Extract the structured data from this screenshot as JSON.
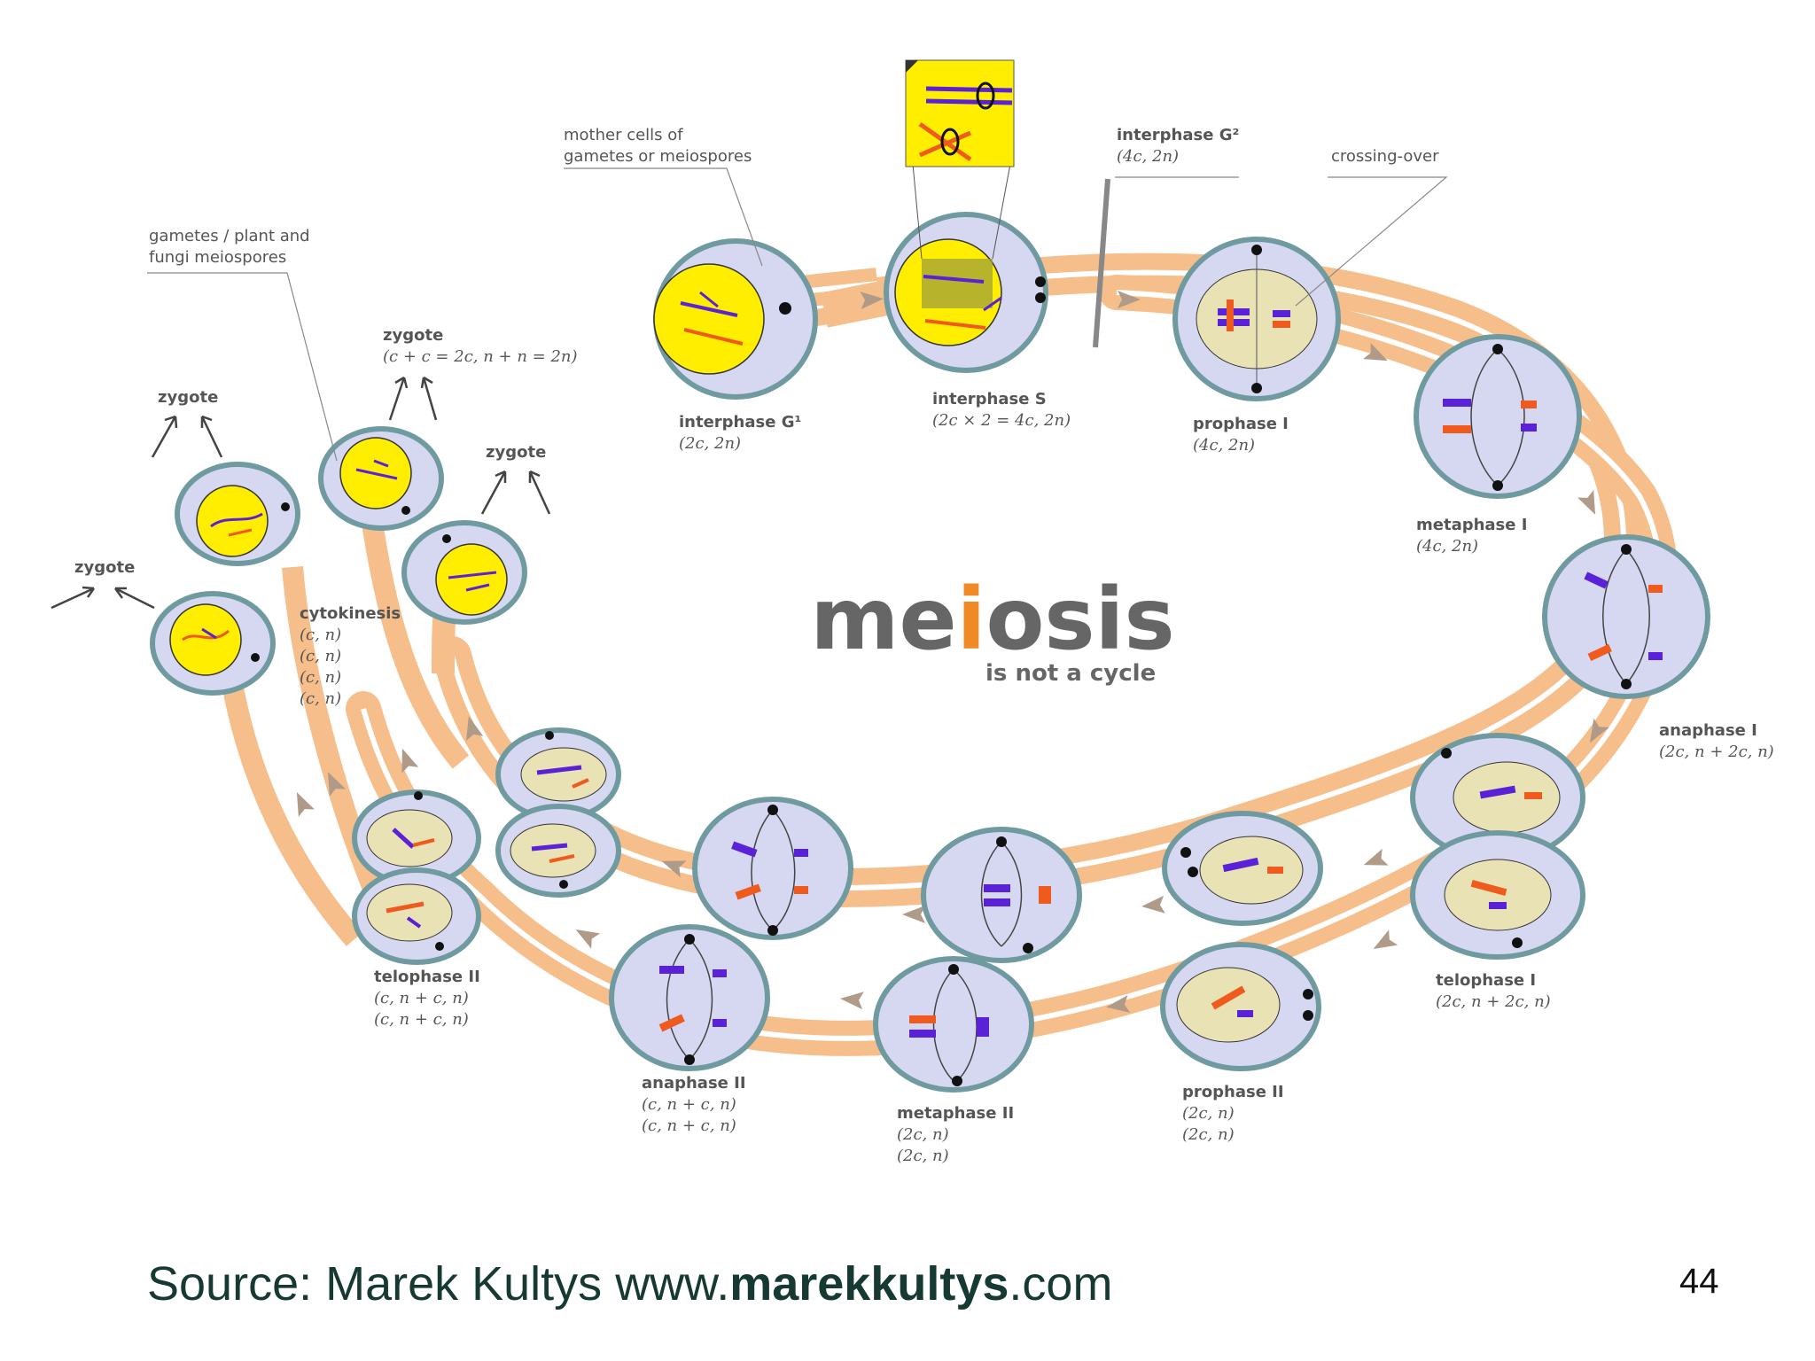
{
  "title": "meiosis",
  "title_parts": [
    "me",
    "i",
    "osis"
  ],
  "subtitle": "is not a cycle",
  "callouts": {
    "mother_cells_1": "mother cells of",
    "mother_cells_2": "gametes or meiospores",
    "gametes_1": "gametes / plant and",
    "gametes_2": "fungi meiospores",
    "crossing_over": "crossing-over"
  },
  "stages": {
    "interphase_g1": {
      "name": "interphase G¹",
      "formula": "(2c, 2n)"
    },
    "interphase_s": {
      "name": "interphase S",
      "formula": "(2c × 2 = 4c, 2n)"
    },
    "interphase_g2": {
      "name": "interphase G²",
      "formula": "(4c, 2n)"
    },
    "prophase_1": {
      "name": "prophase I",
      "formula": "(4c, 2n)"
    },
    "metaphase_1": {
      "name": "metaphase I",
      "formula": "(4c, 2n)"
    },
    "anaphase_1": {
      "name": "anaphase I",
      "formula": "(2c, n + 2c, n)"
    },
    "telophase_1": {
      "name": "telophase I",
      "formula": "(2c, n + 2c, n)"
    },
    "prophase_2": {
      "name": "prophase II",
      "formulas": [
        "(2c, n)",
        "(2c, n)"
      ]
    },
    "metaphase_2": {
      "name": "metaphase II",
      "formulas": [
        "(2c, n)",
        "(2c, n)"
      ]
    },
    "anaphase_2": {
      "name": "anaphase II",
      "formulas": [
        "(c, n + c, n)",
        "(c, n + c, n)"
      ]
    },
    "telophase_2": {
      "name": "telophase II",
      "formulas": [
        "(c, n + c, n)",
        "(c, n + c, n)"
      ]
    },
    "cytokinesis": {
      "name": "cytokinesis",
      "formulas": [
        "(c, n)",
        "(c, n)",
        "(c, n)",
        "(c, n)"
      ]
    },
    "zygote_main": {
      "name": "zygote",
      "formula": "(c + c = 2c, n + n = 2n)"
    },
    "zygote_other": "zygote"
  },
  "footer": {
    "prefix": "Source: Marek Kultys www.",
    "bold": "marekkultys",
    "suffix": ".com"
  },
  "page_number": "44",
  "colors": {
    "band": "#f6be8a",
    "band_stripe": "#ffffff",
    "cell_fill": "#d6d8f2",
    "cell_stroke": "#6f9aa0",
    "nucleus_yellow": "#ffee00",
    "nucleus_beige": "#e8e2b4",
    "chromosome_purple": "#5a22d6",
    "chromosome_orange": "#ef5a1e",
    "arrow": "#b09a88",
    "title_dot": "#f08a24",
    "footer_text": "#163a33"
  }
}
